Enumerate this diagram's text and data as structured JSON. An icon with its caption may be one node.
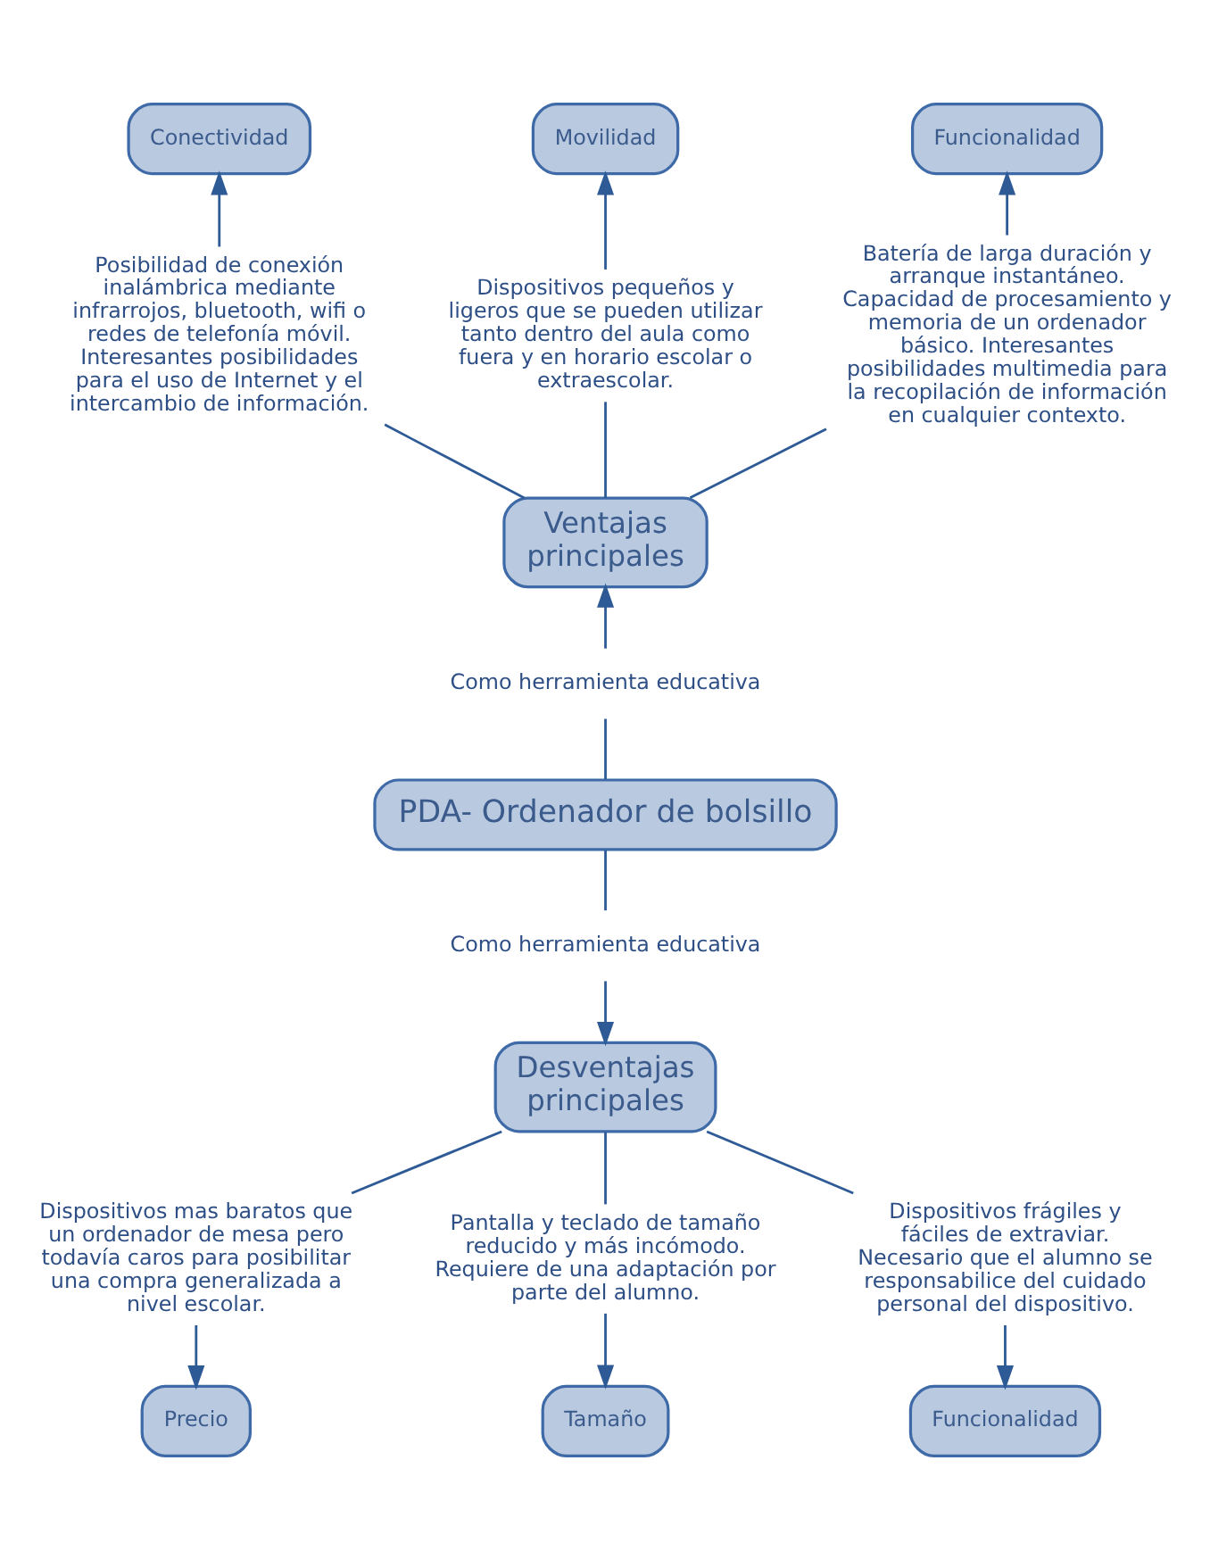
{
  "diagram": {
    "nodes": [
      {
        "text": [
          "PDA- Ordenador de bolsillo"
        ]
      },
      {
        "text": [
          "Como herramienta educativa"
        ]
      },
      {
        "text": [
          "Ventajas principales"
        ]
      },
      {
        "text": [
          "Posibilidad de conexión inalámbrica mediante infrarrojos, bluetooth, wifi o redes de telefonía móvil. Interesantes posibilidades para el uso de Internet y el intercambio de información."
        ]
      },
      {
        "text": [
          "Conectividad"
        ]
      },
      {
        "text": [
          "Dispositivos pequeños y ligeros que se pueden utilizar tanto dentro del aula como fuera y en horario escolar o extraescolar."
        ]
      },
      {
        "text": [
          "Movilidad"
        ]
      },
      {
        "text": [
          "Batería de larga duración y arranque instantáneo. Capacidad de procesamiento y memoria de un ordenador básico. Interesantes posibilidades multimedia para la recopilación de información en cualquier contexto."
        ]
      },
      {
        "text": [
          "Funcionalidad"
        ]
      },
      {
        "text": [
          "Como herramienta educativa"
        ]
      },
      {
        "text": [
          "Desventajas principales"
        ]
      },
      {
        "text": [
          "Dispositivos mas baratos que un ordenador de mesa pero todavía caros para posibilitar una compra generalizada a nivel escolar."
        ]
      },
      {
        "text": [
          "Precio"
        ]
      },
      {
        "text": [
          "Pantalla y teclado de tamaño reducido y más incómodo. Requiere de una adaptación por parte del alumno."
        ]
      },
      {
        "text": [
          "Tamaño"
        ]
      },
      {
        "text": [
          "Dispositivos frágiles y fáciles de extraviar. Necesario que el alumno se responsabilice del cuidado personal del dispositivo."
        ]
      },
      {
        "text": [
          "Funcionalidad"
        ]
      }
    ],
    "edges": [
      {
        "from": 0,
        "to": 1,
        "arrow": "none"
      },
      {
        "from": 1,
        "to": 2,
        "arrow": "to"
      },
      {
        "from": 2,
        "to": 3,
        "arrow": "none"
      },
      {
        "from": 3,
        "to": 4,
        "arrow": "to"
      },
      {
        "from": 2,
        "to": 5,
        "arrow": "none"
      },
      {
        "from": 5,
        "to": 6,
        "arrow": "to"
      },
      {
        "from": 2,
        "to": 7,
        "arrow": "none"
      },
      {
        "from": 7,
        "to": 8,
        "arrow": "to"
      },
      {
        "from": 0,
        "to": 9,
        "arrow": "none"
      },
      {
        "from": 9,
        "to": 10,
        "arrow": "to"
      },
      {
        "from": 10,
        "to": 11,
        "arrow": "none"
      },
      {
        "from": 11,
        "to": 12,
        "arrow": "to"
      },
      {
        "from": 10,
        "to": 13,
        "arrow": "none"
      },
      {
        "from": 13,
        "to": 14,
        "arrow": "to"
      },
      {
        "from": 10,
        "to": 15,
        "arrow": "none"
      },
      {
        "from": 15,
        "to": 16,
        "arrow": "to"
      }
    ]
  }
}
